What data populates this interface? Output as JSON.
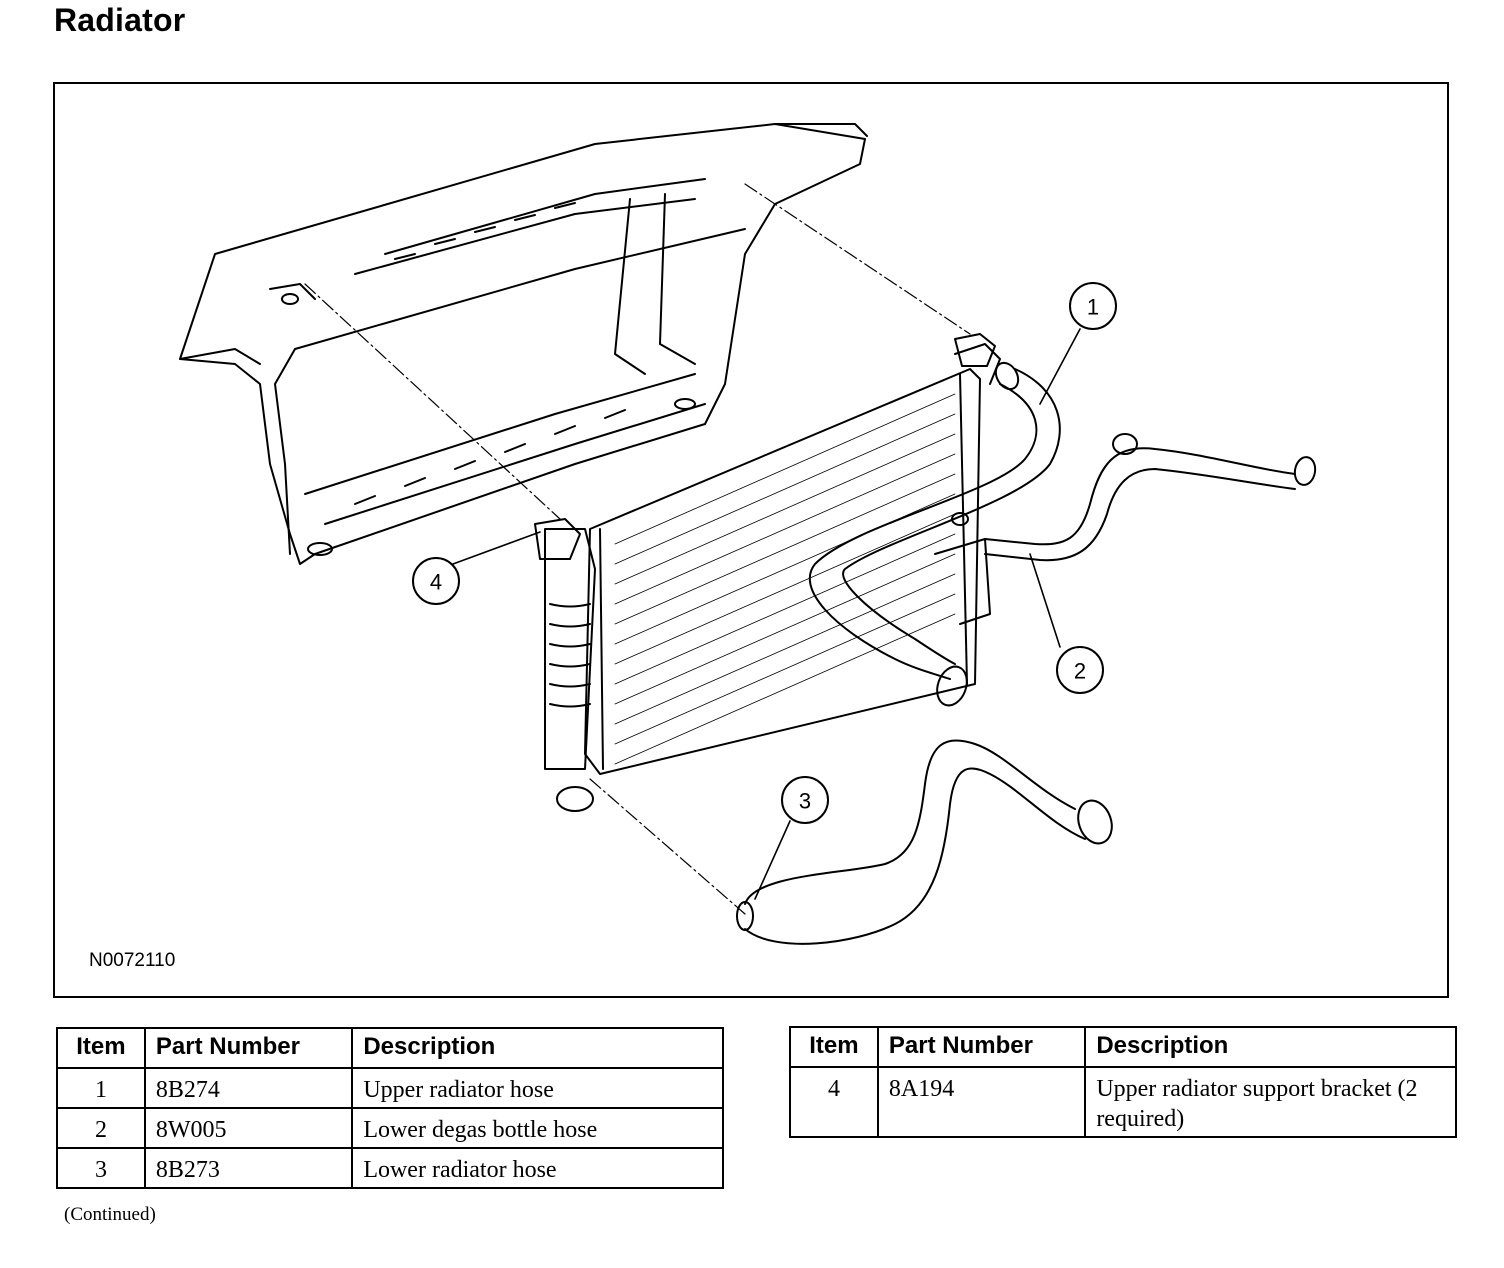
{
  "title": "Radiator",
  "figure": {
    "id": "N0072110",
    "callouts": [
      "1",
      "2",
      "3",
      "4"
    ],
    "components": [
      "radiator-support-frame",
      "radiator-core",
      "upper-radiator-hose",
      "lower-degas-bottle-hose",
      "lower-radiator-hose",
      "upper-radiator-support-bracket"
    ]
  },
  "table_headers": {
    "item": "Item",
    "part_number": "Part Number",
    "description": "Description"
  },
  "parts_left": [
    {
      "item": "1",
      "part_number": "8B274",
      "description": "Upper radiator hose"
    },
    {
      "item": "2",
      "part_number": "8W005",
      "description": "Lower degas bottle hose"
    },
    {
      "item": "3",
      "part_number": "8B273",
      "description": "Lower radiator hose"
    }
  ],
  "parts_right": [
    {
      "item": "4",
      "part_number": "8A194",
      "description": "Upper radiator support bracket (2 required)"
    }
  ],
  "continued_note": "(Continued)"
}
